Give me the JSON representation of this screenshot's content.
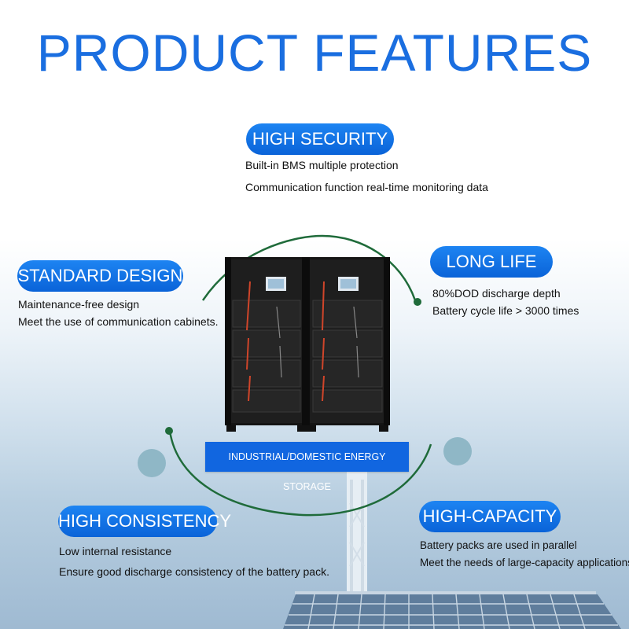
{
  "title": "PRODUCT FEATURES",
  "features": {
    "high_security": {
      "label": "HIGH SECURITY",
      "lines": [
        "Built-in BMS multiple protection",
        "Communication function real-time monitoring data"
      ]
    },
    "standard_design": {
      "label": "STANDARD DESIGN",
      "lines": [
        "Maintenance-free design",
        "Meet the use of communication cabinets."
      ]
    },
    "long_life": {
      "label": "LONG LIFE",
      "lines": [
        "80%DOD discharge depth",
        "Battery cycle life > 3000 times"
      ]
    },
    "high_consistency": {
      "label": "HIGH CONSISTENCY",
      "lines": [
        "Low internal resistance",
        "Ensure good discharge consistency of the battery pack."
      ]
    },
    "high_capacity": {
      "label": "HIGH-CAPACITY",
      "lines": [
        "Battery packs are used in parallel",
        "Meet the needs of large-capacity applications"
      ]
    }
  },
  "center_label": "INDUSTRIAL/DOMESTIC ENERGY STORAGE",
  "colors": {
    "accent_blue": "#1a6ee0",
    "arc_green": "#1f6b3a",
    "circle_teal": "#8fb7c6"
  },
  "icons": [
    "battery-cabinet-icon",
    "solar-panel-icon",
    "communication-tower-icon"
  ]
}
